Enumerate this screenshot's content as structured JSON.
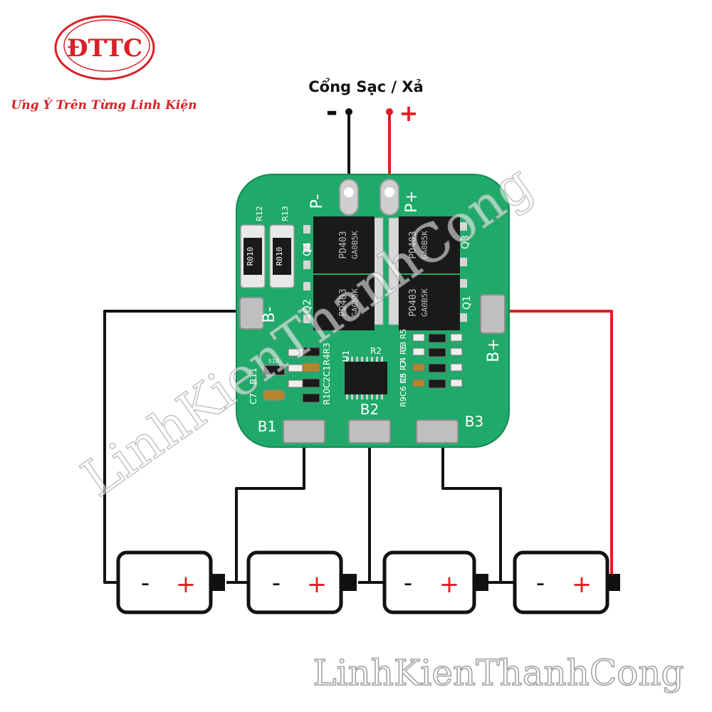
{
  "brand": {
    "logo_text": "ĐTTC",
    "slogan": "Ưng Ý Trên Từng Linh Kiện",
    "color": "#d92027"
  },
  "port": {
    "title": "Cổng Sạc / Xả",
    "minus": "-",
    "plus": "+"
  },
  "board": {
    "pads": {
      "p_minus": "P-",
      "p_plus": "P+",
      "b_minus": "B-",
      "b_plus": "B+",
      "b1": "B1",
      "b2": "B2",
      "b3": "B3"
    },
    "chips": [
      {
        "ref": "Q4",
        "marking1": "PD403",
        "marking2": "GA0B5K"
      },
      {
        "ref": "Q3",
        "marking1": "PD403",
        "marking2": "GA0B5K"
      },
      {
        "ref": "Q2",
        "marking1": "PD403",
        "marking2": "GA0B5K"
      },
      {
        "ref": "Q1",
        "marking1": "PD403",
        "marking2": "GA0B5K"
      }
    ],
    "resistors": [
      {
        "ref": "R12",
        "marking": "R010"
      },
      {
        "ref": "R13",
        "marking": "R010"
      }
    ],
    "silk": {
      "r11": "R11",
      "c7": "C7",
      "u1": "U1",
      "r2": "R2",
      "smd_left": "R10C2C1R4R3",
      "smd_right_top": "C3 R5",
      "smd_right_mid": "C4 R6",
      "smd_right_low": "C5 R7",
      "smd_right_bot": "R9C6 R8",
      "s1": "518"
    },
    "colors": {
      "pcb": "#1faa6a",
      "pcb_dark": "#168a55",
      "chip": "#1a1a1a"
    }
  },
  "cells": [
    {
      "minus": "-",
      "plus": "+"
    },
    {
      "minus": "-",
      "plus": "+"
    },
    {
      "minus": "-",
      "plus": "+"
    },
    {
      "minus": "-",
      "plus": "+"
    }
  ],
  "watermark": {
    "diagonal": "LinhKienThanhCong",
    "bottom": "LinhKienThanhCong"
  },
  "wire_colors": {
    "negative": "#111111",
    "positive": "#e01e24"
  }
}
